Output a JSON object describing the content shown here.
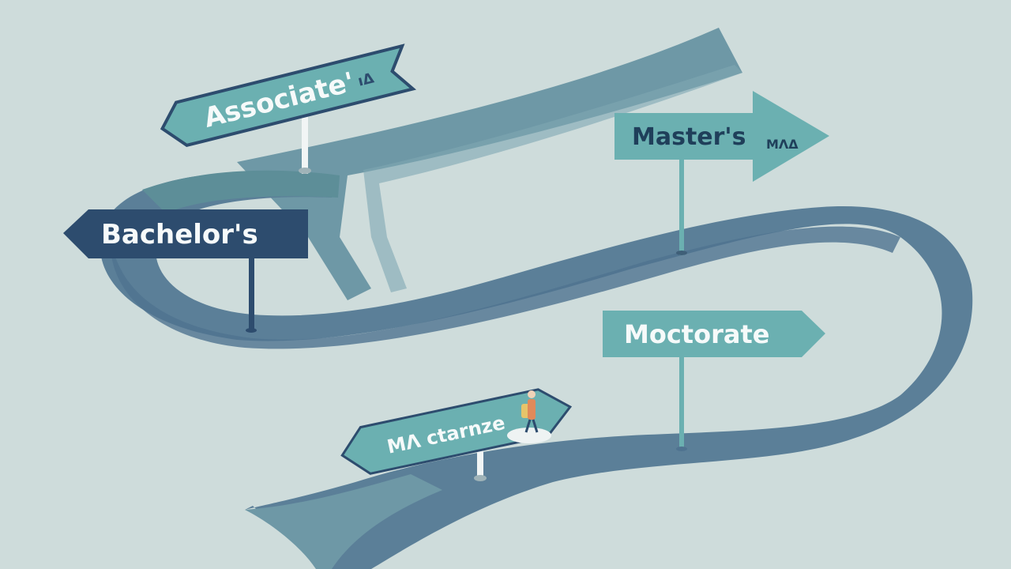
{
  "signs": {
    "associate": {
      "main": "Associate'",
      "suffix": "ıΔ"
    },
    "masters": {
      "main": "Master's",
      "suffix": "MΛΔ"
    },
    "bachelors": {
      "main": "Bachelor's"
    },
    "moctorate": {
      "main": "Moctorate"
    },
    "macturnate": {
      "main": "MΛ ctarnze"
    }
  },
  "colors": {
    "background": "#cedcdb",
    "road_light": "#6e98a6",
    "road_dark": "#4f7390",
    "road_teal": "#5d8e98",
    "sign_teal": "#6bb0b1",
    "sign_navy": "#2d4c6e",
    "post_light": "#f1f5f5"
  },
  "icons": {
    "traveler": "person-with-backpack-icon"
  }
}
